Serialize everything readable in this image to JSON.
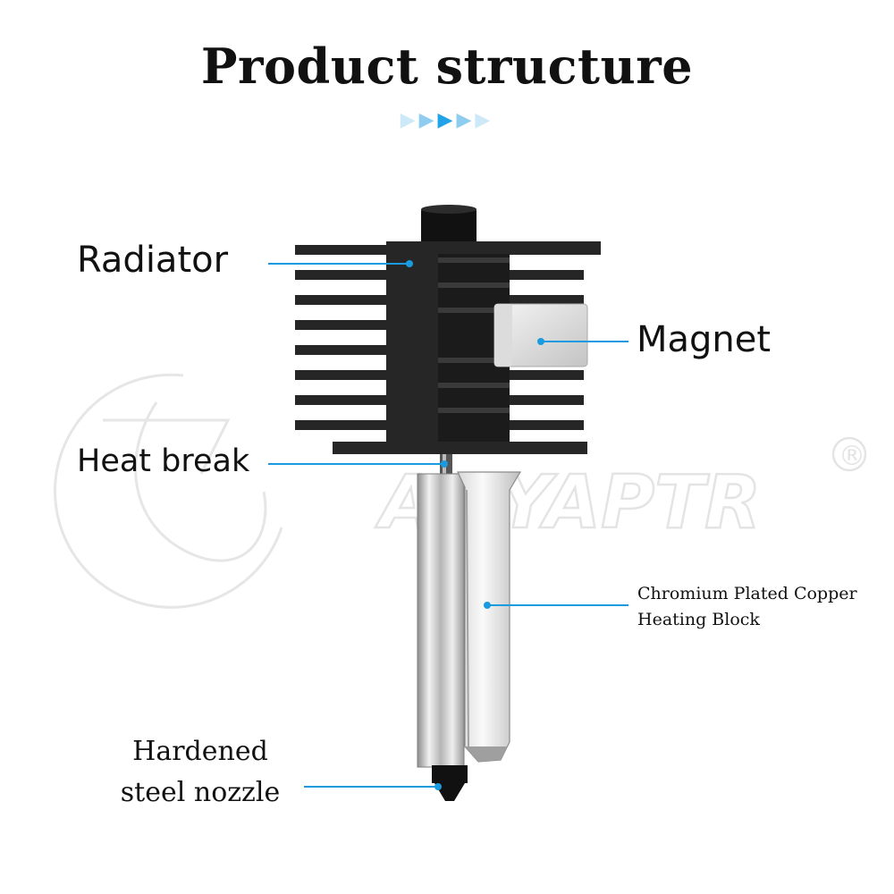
{
  "header": {
    "title": "Product structure",
    "arrows": [
      {
        "glyph": "▶",
        "color": "#cde9f8"
      },
      {
        "glyph": "▶",
        "color": "#8fcdf0"
      },
      {
        "glyph": "▶",
        "color": "#22a3e8"
      },
      {
        "glyph": "▶",
        "color": "#8fcdf0"
      },
      {
        "glyph": "▶",
        "color": "#cde9f8"
      }
    ]
  },
  "watermark": {
    "text": "ANYAPTR",
    "registered_mark": "®"
  },
  "callouts": {
    "radiator": "Radiator",
    "magnet": "Magnet",
    "heat_break": "Heat break",
    "heating_block": {
      "line1": "Chromium Plated Copper",
      "line2": "Heating Block"
    },
    "nozzle": {
      "line1": "Hardened",
      "line2": "steel nozzle"
    }
  },
  "colors": {
    "accent": "#1a9be0",
    "heatsink": "#222222",
    "chrome": "#c9c9c9"
  }
}
